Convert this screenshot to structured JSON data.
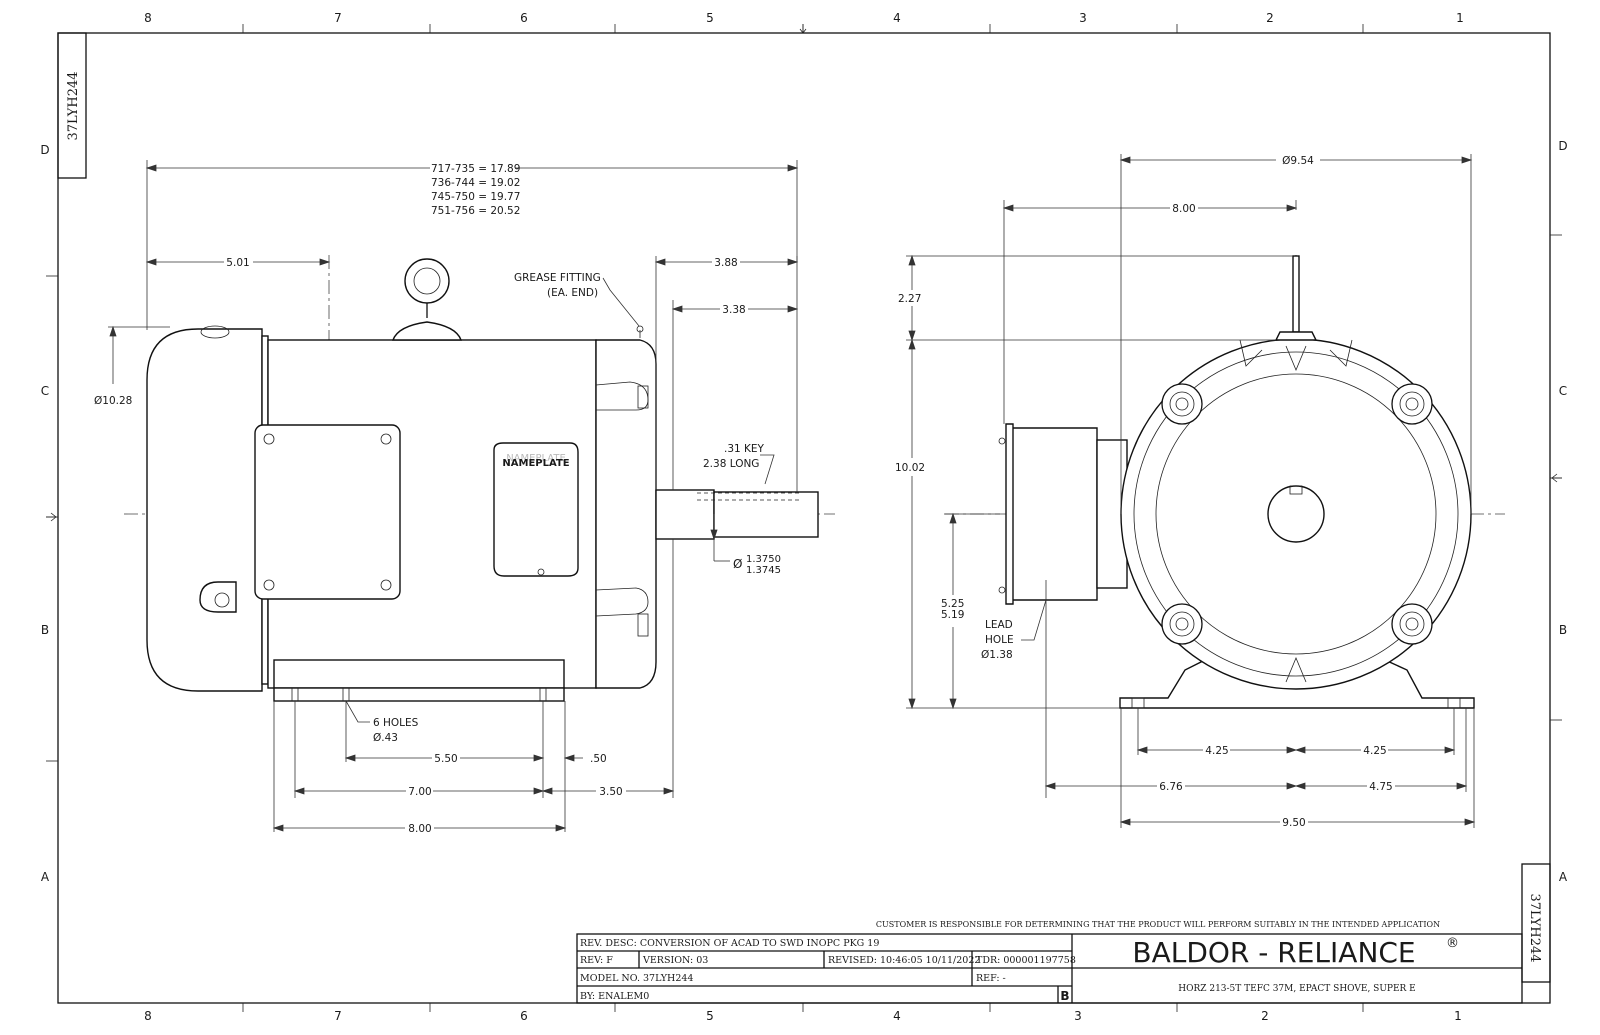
{
  "border": {
    "cols_top": [
      "8",
      "7",
      "6",
      "5",
      "4",
      "3",
      "2",
      "1"
    ],
    "cols_bottom": [
      "8",
      "7",
      "6",
      "5",
      "4",
      "3",
      "2",
      "1"
    ],
    "rows_left": [
      "D",
      "C",
      "B",
      "A"
    ],
    "rows_right": [
      "D",
      "C",
      "B",
      "A"
    ]
  },
  "drawing_number": "37LYH244",
  "side_view": {
    "length_lines": [
      "717-735 = 17.89",
      "736-744 = 19.02",
      "745-750 = 19.77",
      "751-756 = 20.52"
    ],
    "dim_5_01": "5.01",
    "dim_3_88": "3.88",
    "dim_3_38": "3.38",
    "grease_fitting_1": "GREASE FITTING",
    "grease_fitting_2": "(EA. END)",
    "dia_10_28": "Ø10.28",
    "key_1": ".31 KEY",
    "key_2": "2.38 LONG",
    "nameplate_ghost": "NAMEPLATE",
    "nameplate": "NAMEPLATE",
    "shaft_dia_prefix": "Ø",
    "shaft_dia_top": "1.3750",
    "shaft_dia_bottom": "1.3745",
    "holes_1": "6 HOLES",
    "holes_2": "Ø.43",
    "dim_5_50": "5.50",
    "dim_50": ".50",
    "dim_7_00": "7.00",
    "dim_3_50": "3.50",
    "dim_8_00": "8.00"
  },
  "end_view": {
    "dia_9_54": "Ø9.54",
    "dim_8_00": "8.00",
    "dim_2_27": "2.27",
    "dim_10_02": "10.02",
    "dim_5_25": "5.25",
    "dim_5_19": "5.19",
    "lead_1": "LEAD",
    "lead_2": "HOLE",
    "lead_3": "Ø1.38",
    "dim_4_25_left": "4.25",
    "dim_4_25_right": "4.25",
    "dim_6_76": "6.76",
    "dim_4_75": "4.75",
    "dim_9_50": "9.50"
  },
  "title_block": {
    "disclaimer": "CUSTOMER IS RESPONSIBLE FOR DETERMINING THAT THE PRODUCT WILL PERFORM SUITABLY IN THE INTENDED APPLICATION",
    "rev_desc": "REV. DESC: CONVERSION OF ACAD TO SWD INOPC PKG 19",
    "rev": "REV:  F",
    "version": "VERSION:  03",
    "revised": "REVISED:  10:46:05 10/11/2022",
    "tdr": "TDR: 000001197758",
    "model": "MODEL NO.  37LYH244",
    "ref": "REF:  -",
    "by": "BY: ENALEM0",
    "size": "B",
    "company": "BALDOR - RELIANCE",
    "registered": "®",
    "description": "HORZ 213-5T TEFC 37M, EPACT SHOVE, SUPER E"
  }
}
